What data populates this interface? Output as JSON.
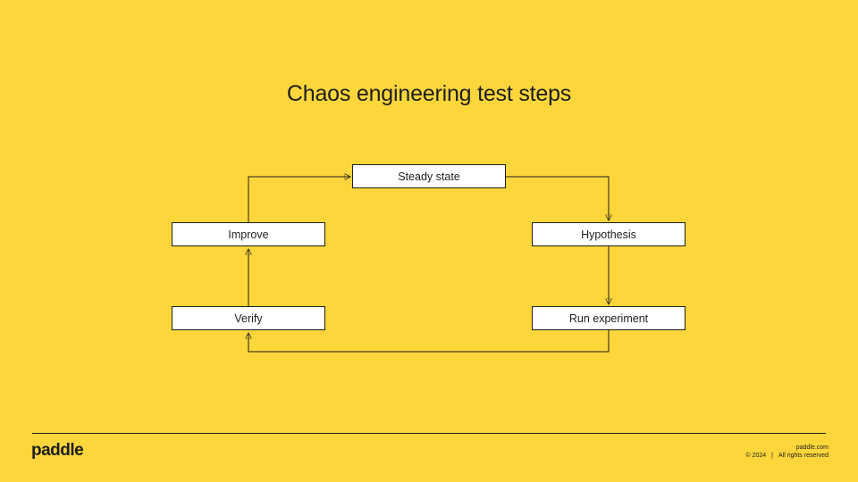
{
  "slide": {
    "title": "Chaos engineering test steps",
    "background_color": "#FCD63B",
    "ink_color": "#1E1E1E",
    "node_fill_color": "#FFFFFF"
  },
  "diagram": {
    "nodes": [
      {
        "id": "steady-state",
        "label": "Steady state"
      },
      {
        "id": "hypothesis",
        "label": "Hypothesis"
      },
      {
        "id": "run-experiment",
        "label": "Run experiment"
      },
      {
        "id": "verify",
        "label": "Verify"
      },
      {
        "id": "improve",
        "label": "Improve"
      }
    ],
    "edges": [
      {
        "from": "steady-state",
        "to": "hypothesis"
      },
      {
        "from": "hypothesis",
        "to": "run-experiment"
      },
      {
        "from": "run-experiment",
        "to": "verify"
      },
      {
        "from": "verify",
        "to": "improve"
      },
      {
        "from": "improve",
        "to": "steady-state"
      }
    ]
  },
  "footer": {
    "logo_text": "paddle",
    "site": "paddle.com",
    "copyright": "© 2024",
    "separator": "|",
    "rights": "All rights reserved"
  }
}
